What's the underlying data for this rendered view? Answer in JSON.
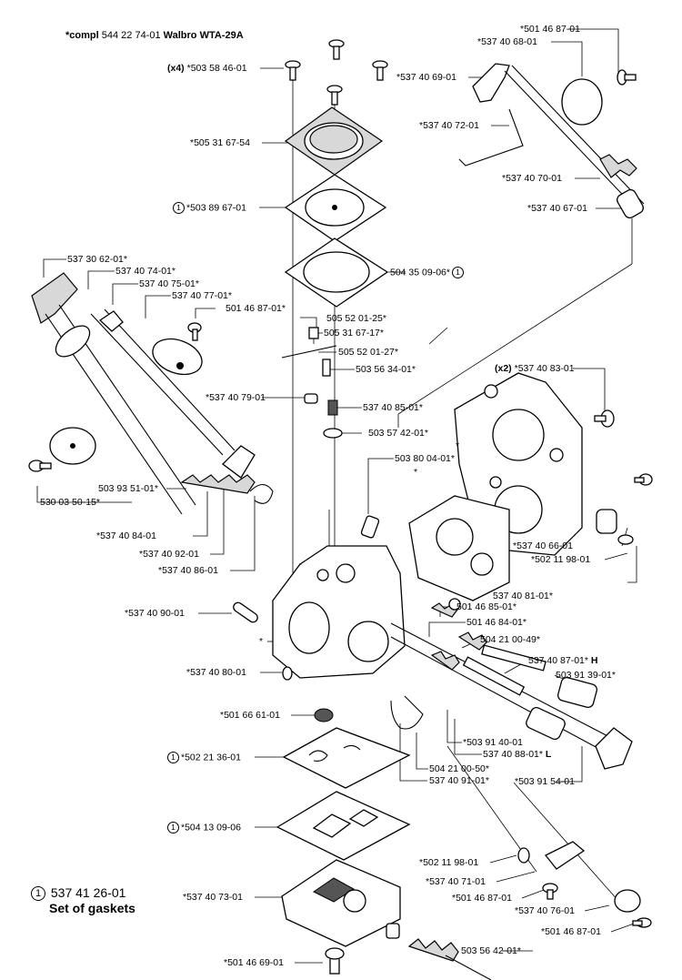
{
  "title": {
    "prefix": "*compl",
    "number": "544 22 74-01",
    "model": "Walbro WTA-29A"
  },
  "legend": {
    "circle": "1",
    "number": "537 41 26-01",
    "text": "Set of gaskets"
  },
  "labels": {
    "l01": "*501 46 87-01",
    "l02": "*537 40 68-01",
    "l03": "(x4)",
    "l04": "*503 58 46-01",
    "l05": "*537 40 69-01",
    "l06": "*537 40 72-01",
    "l07": "*505 31 67-54",
    "l08": "*537 40 70-01",
    "l09": "*503 89 67-01",
    "l10": "*537 40 67-01",
    "l11": "537 30 62-01*",
    "l12": "537 40 74-01*",
    "l13": "537 40 75-01*",
    "l14": "504 35 09-06*",
    "l15": "537 40 77-01*",
    "l16": "501 46 87-01*",
    "l17": "505 52 01-25*",
    "l18": "505 31 67-17*",
    "l19": "505 52 01-27*",
    "l20": "503 56 34-01*",
    "l21": "(x2)",
    "l22": "*537 40 83-01",
    "l23": "*537 40 79-01",
    "l24": "537 40 85-01*",
    "l25": "503 57 42-01*",
    "l26": "*",
    "l27": "503 80 04-01*",
    "l28": "*",
    "l29": "503 93 51-01*",
    "l30": "530 03 50-15*",
    "l31": "*537 40 84-01",
    "l32": "*537 40 92-01",
    "l33": "*537 40 86-01",
    "l34": "*537 40 66-01",
    "l35": "*502 11 98-01",
    "l36": "537 40 81-01*",
    "l37": "*537 40 90-01",
    "l38": "501 46 85-01*",
    "l39": "501 46 84-01*",
    "l40": "*",
    "l41": "504 21 00-49*",
    "l42": "537 40 87-01*",
    "l43": "H",
    "l44": "*537 40 80-01",
    "l45": "503 91 39-01*",
    "l46": "*501 66 61-01",
    "l47": "*503 91 40-01",
    "l48": "537 40 88-01*",
    "l49": "L",
    "l50": "*502 21 36-01",
    "l51": "504 21 00-50*",
    "l52": "537 40 91-01*",
    "l53": "*503 91 54-01",
    "l54": "*504 13 09-06",
    "l55": "*502 11 98-01",
    "l56": "*537 40 71-01",
    "l57": "*501 46 87-01",
    "l58": "*537 40 73-01",
    "l59": "*537 40 76-01",
    "l60": "*501 46 87-01",
    "l61": "503 56 42-01*",
    "l62": "*501 46 69-01",
    "gasket_mark": "1"
  }
}
